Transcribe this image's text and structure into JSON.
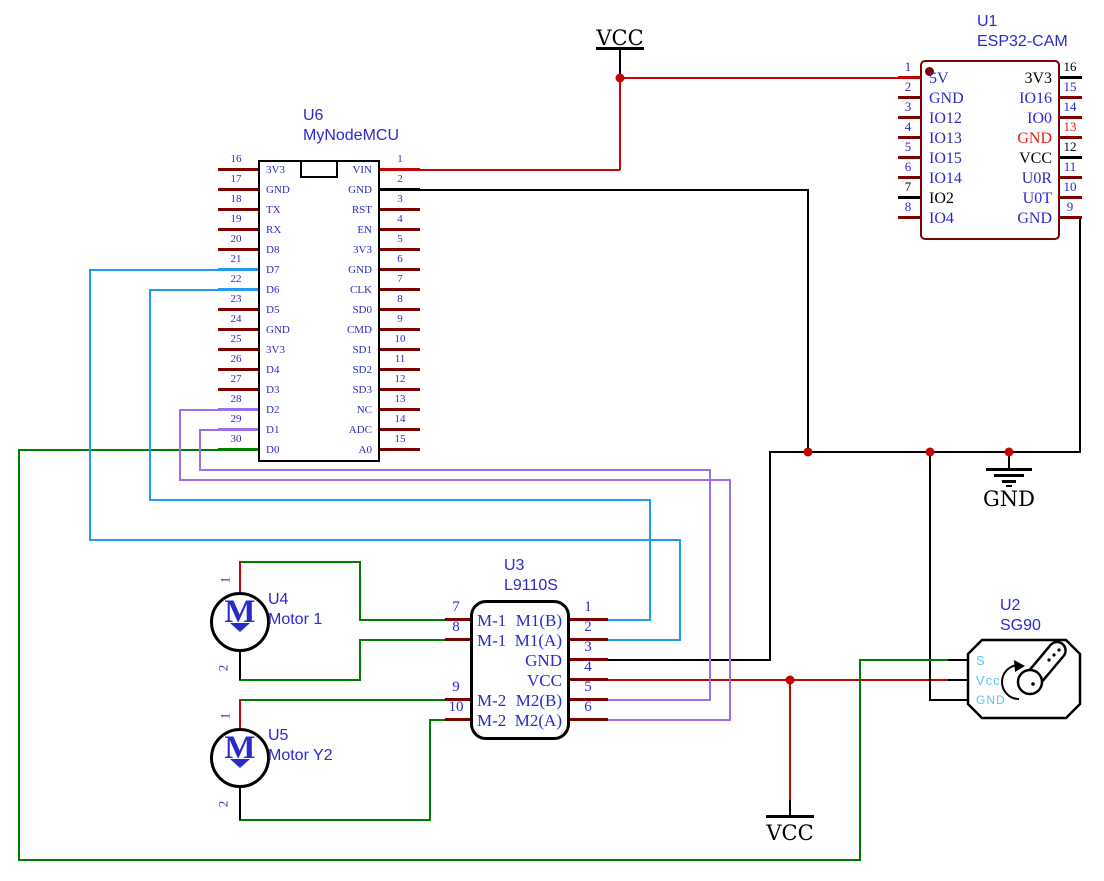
{
  "colors": {
    "red": "#c60404",
    "maroon": "#7c0101",
    "black": "#000000",
    "green": "#007c01",
    "cyan": "#1e9df0",
    "purple": "#9b6eeb",
    "blue": "#2a2ac8",
    "lred": "#e51c1c",
    "servo_cyan": "#56c8f0"
  },
  "symbols": {
    "vcc_top": "VCC",
    "vcc_bottom": "VCC",
    "gnd": "GND"
  },
  "u1": {
    "ref": "U1",
    "name": "ESP32-CAM",
    "left": [
      {
        "num": "1",
        "label": "5V",
        "sc": "red"
      },
      {
        "num": "2",
        "label": "GND"
      },
      {
        "num": "3",
        "label": "IO12"
      },
      {
        "num": "4",
        "label": "IO13"
      },
      {
        "num": "5",
        "label": "IO15"
      },
      {
        "num": "6",
        "label": "IO14"
      },
      {
        "num": "7",
        "label": "IO2",
        "nc": "black",
        "lc": "black",
        "sc": "black"
      },
      {
        "num": "8",
        "label": "IO4"
      }
    ],
    "right": [
      {
        "num": "16",
        "label": "3V3",
        "nc": "black",
        "lc": "black",
        "sc": "black"
      },
      {
        "num": "15",
        "label": "IO16"
      },
      {
        "num": "14",
        "label": "IO0"
      },
      {
        "num": "13",
        "label": "GND",
        "nc": "lred",
        "lc": "lred"
      },
      {
        "num": "12",
        "label": "VCC",
        "nc": "black",
        "lc": "black",
        "sc": "black"
      },
      {
        "num": "11",
        "label": "U0R"
      },
      {
        "num": "10",
        "label": "U0T"
      },
      {
        "num": "9",
        "label": "GND"
      }
    ]
  },
  "u6": {
    "ref": "U6",
    "name": "MyNodeMCU",
    "left": [
      {
        "num": "16",
        "label": "3V3"
      },
      {
        "num": "17",
        "label": "GND"
      },
      {
        "num": "18",
        "label": "TX"
      },
      {
        "num": "19",
        "label": "RX"
      },
      {
        "num": "20",
        "label": "D8"
      },
      {
        "num": "21",
        "label": "D7",
        "sc": "cyan"
      },
      {
        "num": "22",
        "label": "D6",
        "sc": "cyan"
      },
      {
        "num": "23",
        "label": "D5"
      },
      {
        "num": "24",
        "label": "GND"
      },
      {
        "num": "25",
        "label": "3V3"
      },
      {
        "num": "26",
        "label": "D4"
      },
      {
        "num": "27",
        "label": "D3"
      },
      {
        "num": "28",
        "label": "D2",
        "sc": "purple"
      },
      {
        "num": "29",
        "label": "D1",
        "sc": "purple"
      },
      {
        "num": "30",
        "label": "D0",
        "sc": "green"
      }
    ],
    "right": [
      {
        "num": "1",
        "label": "VIN",
        "sc": "red"
      },
      {
        "num": "2",
        "label": "GND",
        "sc": "black"
      },
      {
        "num": "3",
        "label": "RST"
      },
      {
        "num": "4",
        "label": "EN"
      },
      {
        "num": "5",
        "label": "3V3"
      },
      {
        "num": "6",
        "label": "GND"
      },
      {
        "num": "7",
        "label": "CLK"
      },
      {
        "num": "8",
        "label": "SD0"
      },
      {
        "num": "9",
        "label": "CMD"
      },
      {
        "num": "10",
        "label": "SD1"
      },
      {
        "num": "11",
        "label": "SD2"
      },
      {
        "num": "12",
        "label": "SD3"
      },
      {
        "num": "13",
        "label": "NC"
      },
      {
        "num": "14",
        "label": "ADC"
      },
      {
        "num": "15",
        "label": "A0"
      }
    ]
  },
  "u3": {
    "ref": "U3",
    "name": "L9110S",
    "left": [
      {
        "num": "7",
        "label": "M-1"
      },
      {
        "num": "8",
        "label": "M-1"
      },
      {
        "num": "9",
        "label": "M-2"
      },
      {
        "num": "10",
        "label": "M-2"
      }
    ],
    "right": [
      {
        "num": "1",
        "label": "M1(B)"
      },
      {
        "num": "2",
        "label": "M1(A)"
      },
      {
        "num": "3",
        "label": "GND"
      },
      {
        "num": "4",
        "label": "VCC"
      },
      {
        "num": "5",
        "label": "M2(B)"
      },
      {
        "num": "6",
        "label": "M2(A)"
      }
    ]
  },
  "u2": {
    "ref": "U2",
    "name": "SG90",
    "pin_s": "S",
    "pin_vcc": "Vcc",
    "pin_gnd": "GND"
  },
  "u4": {
    "ref": "U4",
    "name": "Motor 1",
    "m": "M",
    "pin1": "1",
    "pin2": "2"
  },
  "u5": {
    "ref": "U5",
    "name": "Motor Y2",
    "m": "M",
    "pin1": "1",
    "pin2": "2"
  }
}
